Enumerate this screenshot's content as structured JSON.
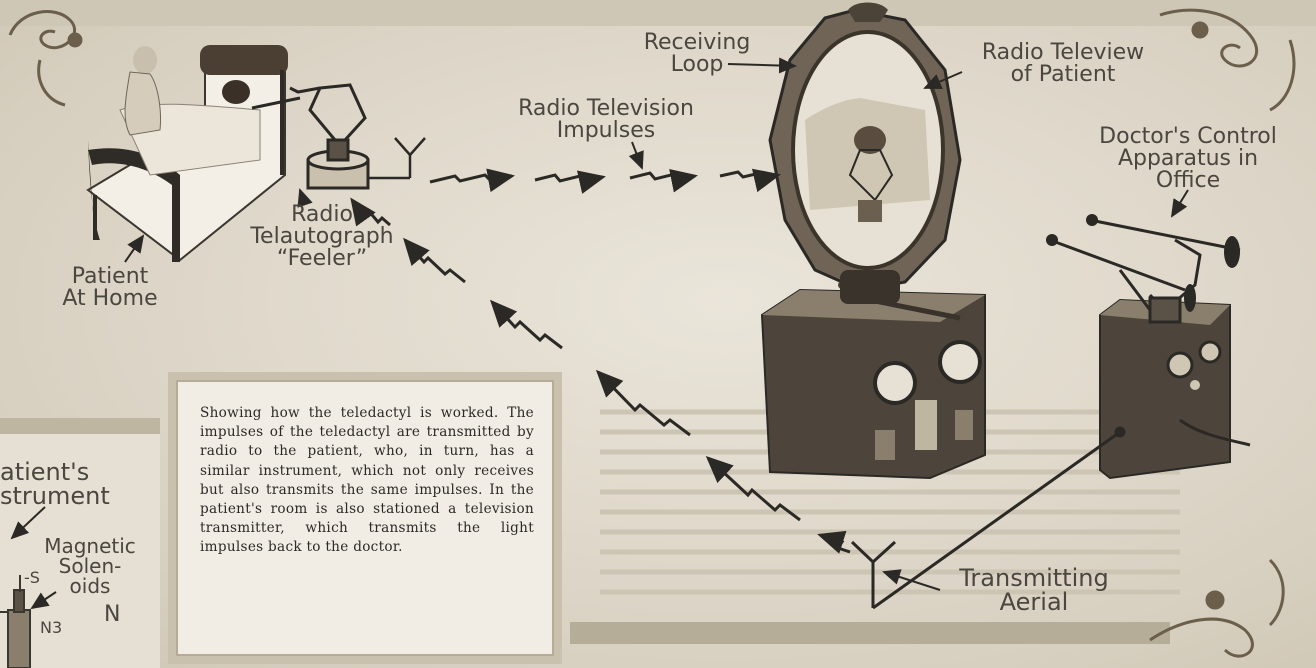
{
  "labels": {
    "receiving_loop": [
      "Receiving",
      "Loop"
    ],
    "radio_teleview": [
      "Radio Teleview",
      "of Patient"
    ],
    "radio_television_impulses": [
      "Radio Television",
      "Impulses"
    ],
    "doctors_control": [
      "Doctor's Control",
      "Apparatus in",
      "Office"
    ],
    "radio_telautograph": [
      "Radio",
      "Telautograph",
      "“Feeler”"
    ],
    "patient_at_home": [
      "Patient",
      "At Home"
    ],
    "transmitting_aerial": [
      "Transmitting",
      "Aerial"
    ],
    "patients_instrument": [
      "atient's",
      "strument"
    ],
    "magnetic_solenoids": [
      "Magnetic",
      "Solen-",
      "oids"
    ],
    "solenoid_letter": "N",
    "coil_s": "-S",
    "coil_n3": "N3"
  },
  "caption": "Showing how the teledactyl is worked. The impulses of the teledactyl are transmitted by radio to the patient, who, in turn, has a similar instrument, which not only receives but also transmits the same impulses. In the patient's room is also stationed a television transmitter, which transmits the light impulses back to the doctor."
}
